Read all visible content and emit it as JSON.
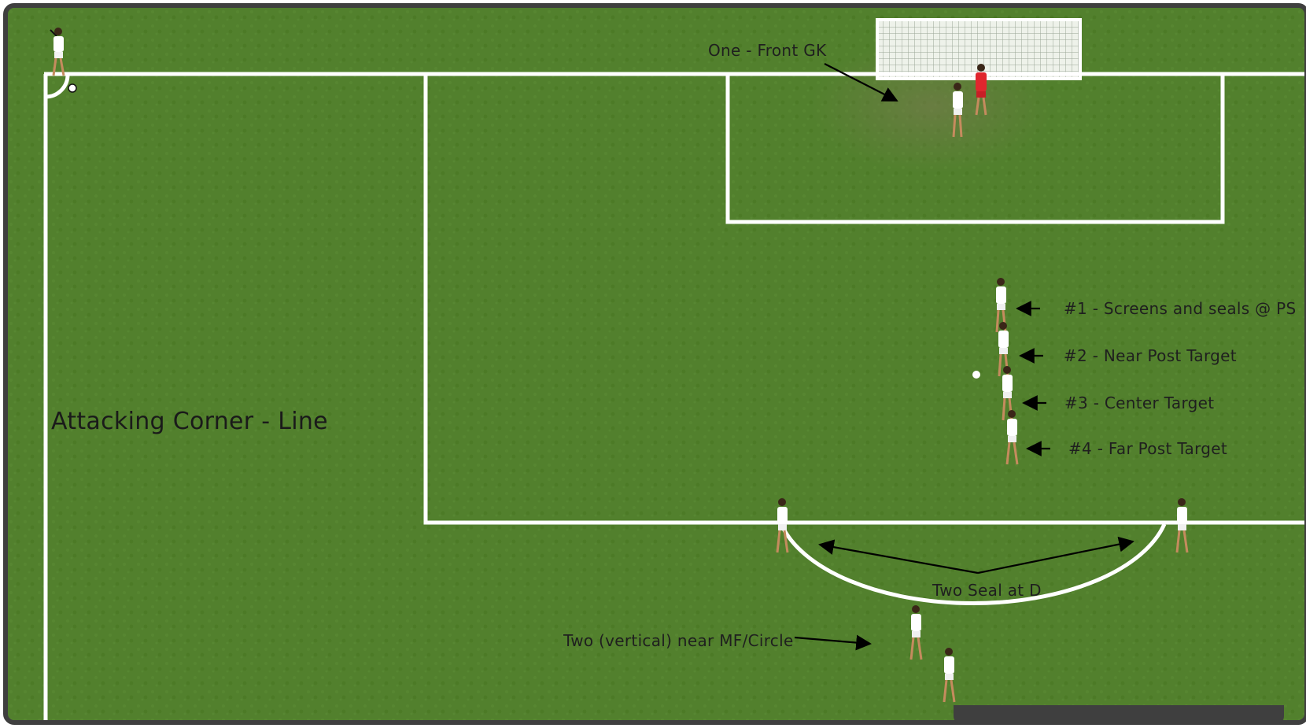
{
  "diagram": {
    "title": "Attacking Corner - Line",
    "annotations": {
      "front_gk": "One - Front GK",
      "p1": "#1 - Screens and seals @ PS",
      "p2": "#2 - Near Post Target",
      "p3": "#3 - Center Target",
      "p4": "#4 - Far Post Target",
      "seal_d": "Two Seal at D",
      "vertical": "Two (vertical) near MF/Circle"
    }
  },
  "colors": {
    "pitch": "#4f7c2b",
    "pitch_dark": "#3f6a22",
    "line": "#ffffff",
    "frame": "#3f3f3f",
    "attacker_shirt": "#ffffff",
    "keeper_shirt": "#e0262e"
  }
}
